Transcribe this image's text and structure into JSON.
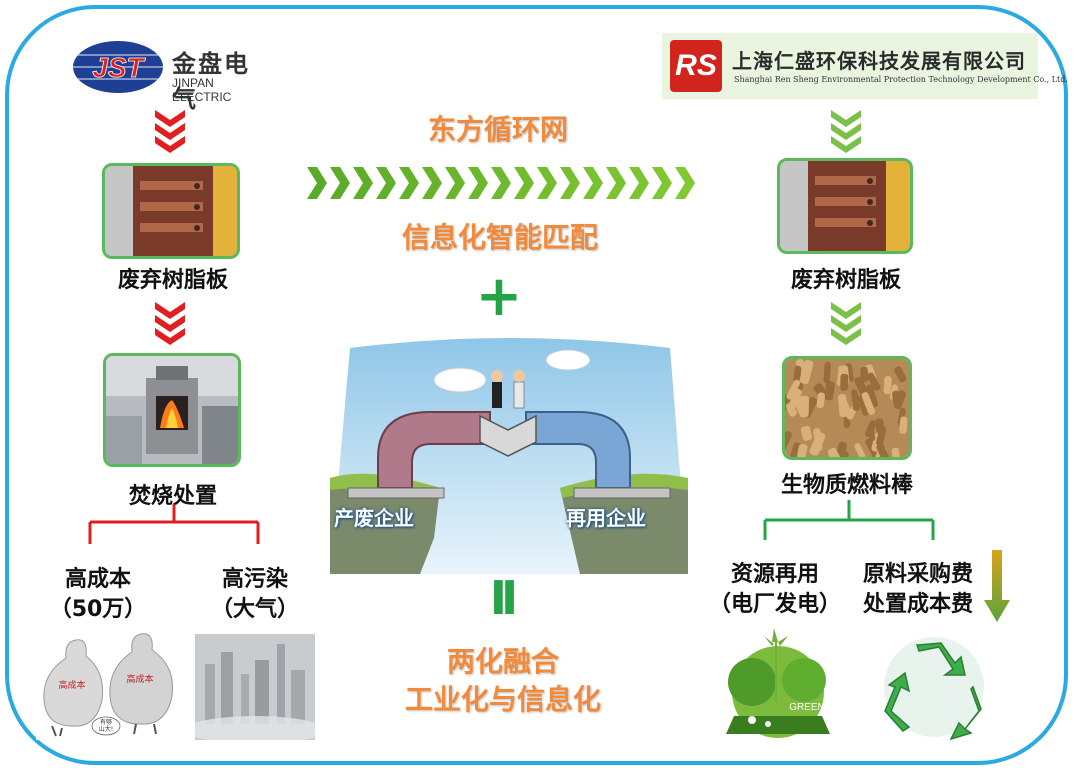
{
  "left_company": {
    "logo_text": "JST",
    "name_cn": "金盘电气",
    "name_en": "JINPAN ELECTRIC"
  },
  "right_company": {
    "logo_text": "RS",
    "name_cn": "上海仁盛环保科技发展有限公司",
    "name_en": "Shanghai Ren Sheng Environmental Protection Technology Development Co., Ltd."
  },
  "left_flow": {
    "waste_label": "废弃树脂板",
    "process_label": "焚烧处置",
    "branch_1": {
      "line1": "高成本",
      "line2": "（50万）"
    },
    "branch_2": {
      "line1": "高污染",
      "line2": "（大气）"
    },
    "pear_text_1": "高成本",
    "pear_text_2": "高成本",
    "bubble_text_1": "有够",
    "bubble_text_2": "山大!"
  },
  "right_flow": {
    "waste_label": "废弃树脂板",
    "product_label": "生物质燃料棒",
    "branch_1": {
      "line1": "资源再用",
      "line2": "（电厂发电）"
    },
    "branch_2": {
      "line1": "原料采购费",
      "line2": "处置成本费"
    },
    "green_text": "GREEN"
  },
  "center": {
    "network_title": "东方循环网",
    "matching_title": "信息化智能匹配",
    "plus_symbol": "+",
    "equals_symbol": "II",
    "left_bridge_label": "产废企业",
    "right_bridge_label": "再用企业",
    "fusion_title": "两化融合",
    "fusion_subtitle": "工业化与信息化"
  },
  "colors": {
    "frame": "#2aa9e3",
    "red_arrow": "#e02020",
    "green_arrow": "#7cc04a",
    "orange_text": "#f28a3c",
    "green_symbol": "#22a447"
  }
}
